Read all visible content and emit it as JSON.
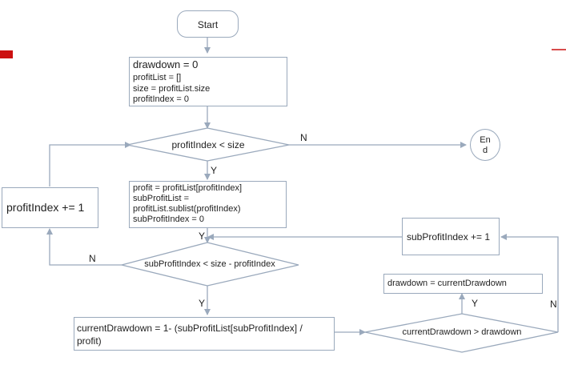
{
  "accent": "#cc1111",
  "line_color": "#9aa9bc",
  "nodes": {
    "start": "Start",
    "init": [
      "drawdown = 0",
      "profitList = []",
      "size = profitList.size",
      "profitIndex = 0"
    ],
    "cond_outer": "profitIndex < size",
    "end": [
      "En",
      "d"
    ],
    "body": [
      "profit = profitList[profitIndex]",
      "subProfitList =",
      "profitList.sublist(profitIndex)",
      "subProfitIndex = 0"
    ],
    "inc_outer": "profitIndex += 1",
    "inc_inner": "subProfitIndex += 1",
    "cond_inner": "subProfitIndex < size - profitIndex",
    "assign_drawdown": "drawdown = currentDrawdown",
    "calc": [
      "currentDrawdown = 1- (subProfitList[subProfitIndex] /",
      "profit)"
    ],
    "cond_compare": "currentDrawdown > drawdown"
  },
  "edge_labels": {
    "outer_no": "N",
    "outer_yes": "Y",
    "inner_entry_yes": "Y",
    "inner_no": "N",
    "inner_yes": "Y",
    "compare_yes": "Y",
    "compare_no": "N"
  }
}
